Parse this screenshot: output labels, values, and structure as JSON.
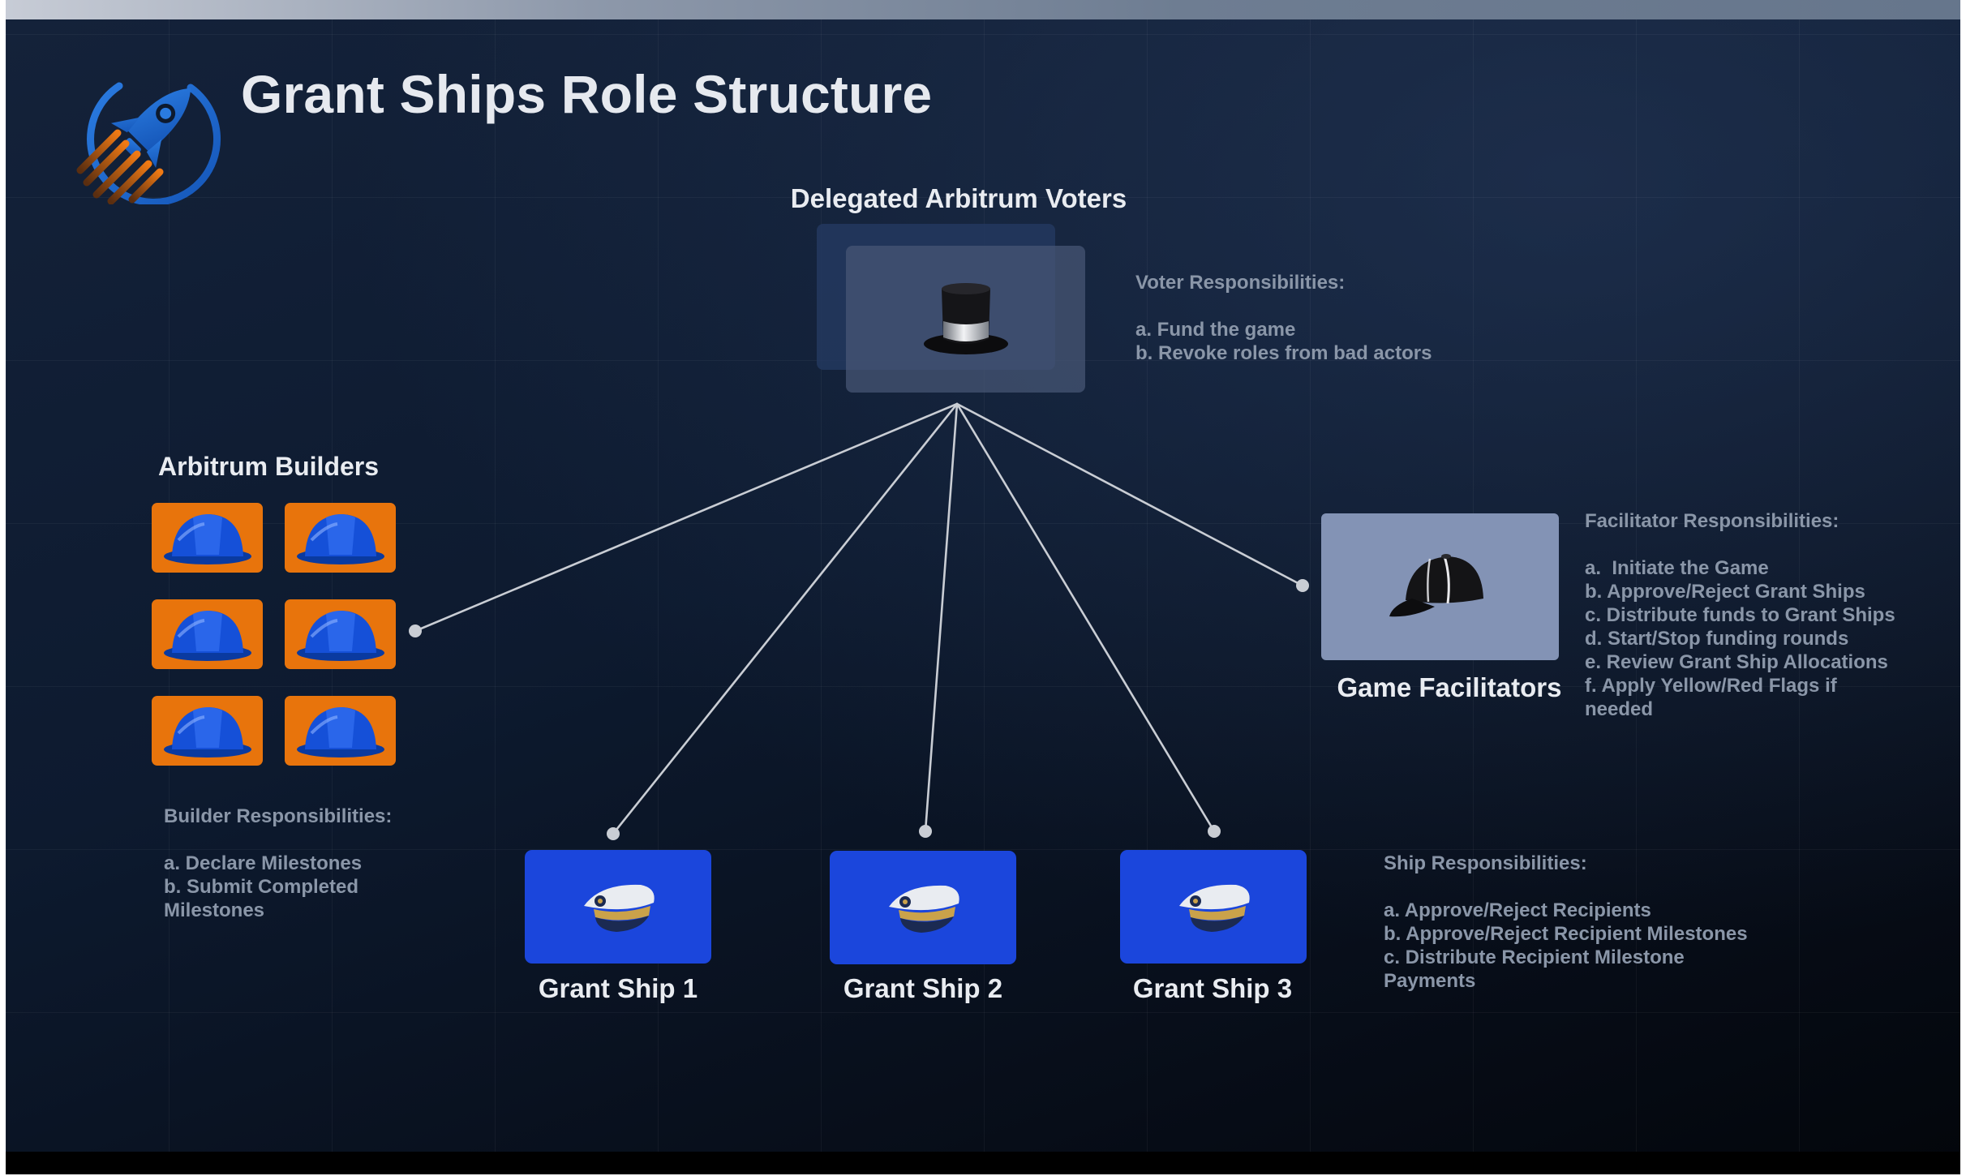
{
  "title": "Grant Ships Role Structure",
  "colors": {
    "ship_card": "#1b46dc",
    "builder_tile": "#e8740c",
    "facilitator_card": "#8393b5",
    "voter_card": "#2e3f5c",
    "connector": "#c9cdd4"
  },
  "voters": {
    "label": "Delegated Arbitrum Voters",
    "icon": "top-hat-icon",
    "responsibilities": {
      "heading": "Voter Responsibilities:",
      "items": [
        "a. Fund the game",
        "b. Revoke roles from bad actors"
      ]
    }
  },
  "builders": {
    "label": "Arbitrum Builders",
    "icon": "hard-hat-icon",
    "responsibilities": {
      "heading": "Builder Responsibilities:",
      "items": [
        "a. Declare Milestones",
        "b. Submit Completed\nMilestones"
      ]
    }
  },
  "facilitators": {
    "label": "Game Facilitators",
    "icon": "baseball-cap-icon",
    "responsibilities": {
      "heading": "Facilitator Responsibilities:",
      "items": [
        "a.  Initiate the Game",
        "b. Approve/Reject Grant Ships",
        "c. Distribute funds to Grant Ships",
        "d. Start/Stop funding rounds",
        "e. Review Grant Ship Allocations",
        "f. Apply Yellow/Red Flags if\nneeded"
      ]
    }
  },
  "ships": {
    "icon": "captain-hat-icon",
    "items": [
      {
        "label": "Grant Ship 1"
      },
      {
        "label": "Grant Ship 2"
      },
      {
        "label": "Grant Ship 3"
      }
    ],
    "responsibilities": {
      "heading": "Ship Responsibilities:",
      "items": [
        "a. Approve/Reject Recipients",
        "b. Approve/Reject Recipient Milestones",
        "c. Distribute Recipient Milestone\nPayments"
      ]
    }
  }
}
